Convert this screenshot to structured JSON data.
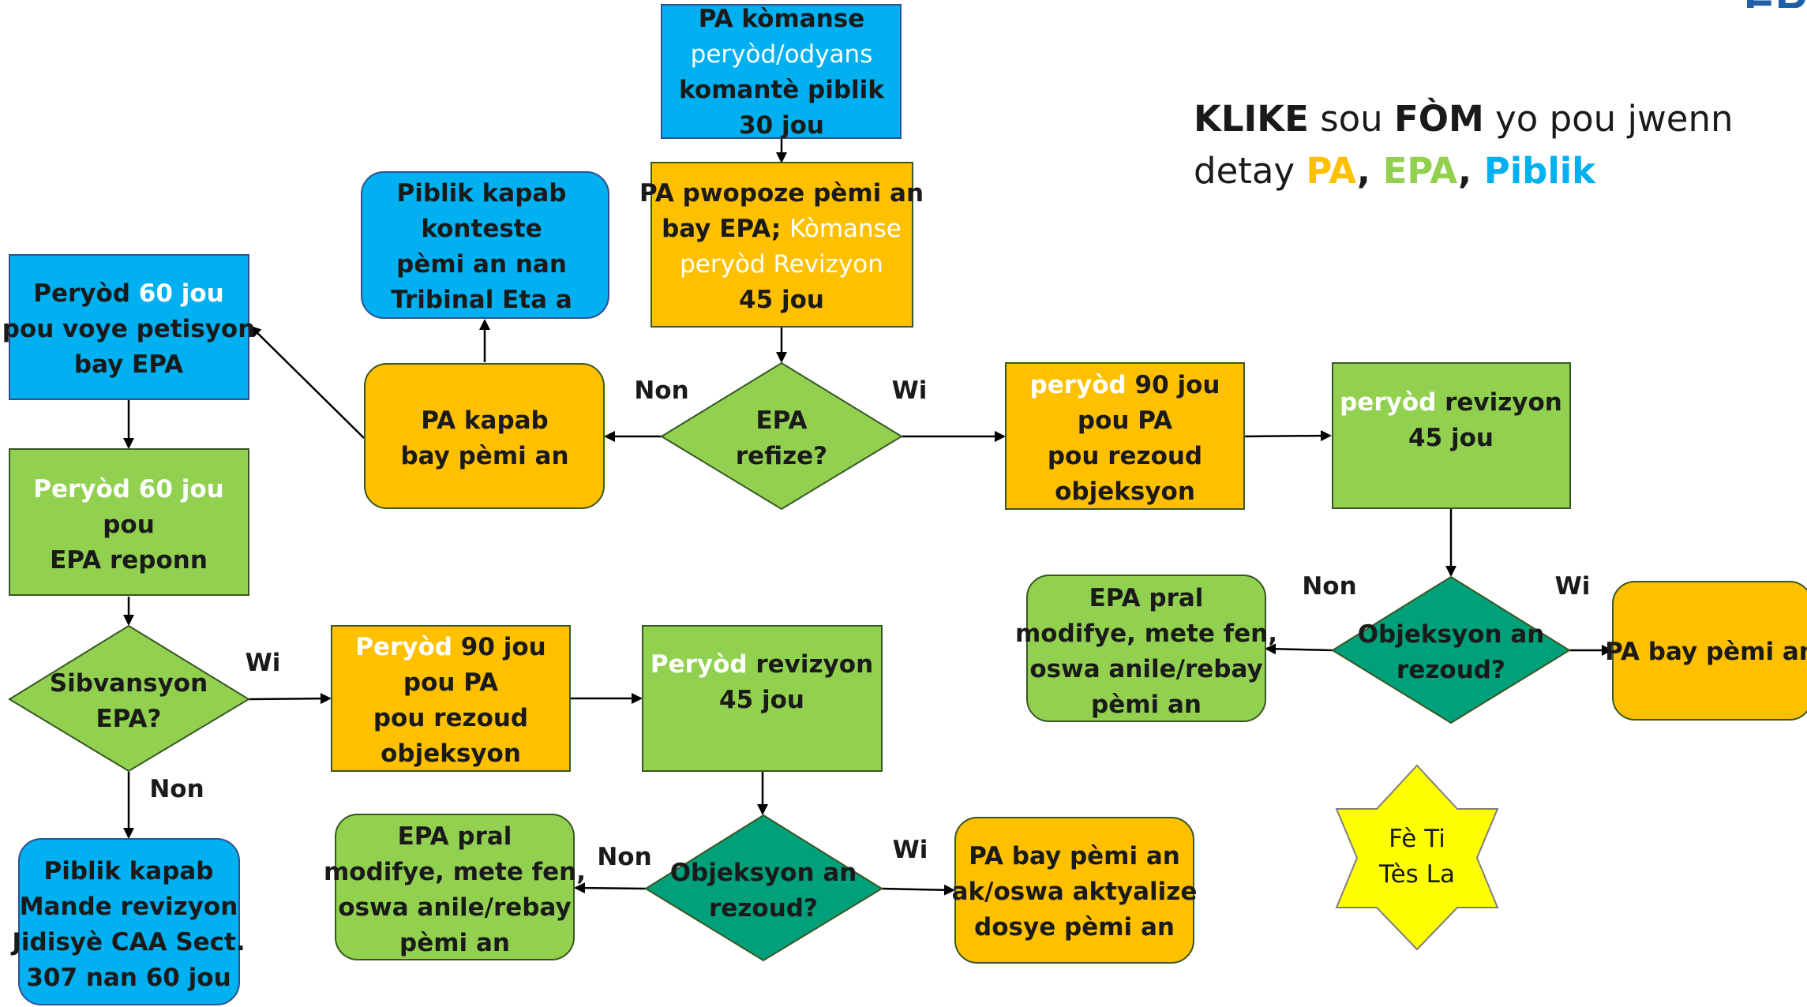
{
  "colors": {
    "blue": "#00b0f0",
    "orange": "#ffc000",
    "green": "#92d050",
    "dark_green": "#00a07a",
    "star": "#ffff00"
  },
  "logo": {
    "text": "EPA"
  },
  "legend": {
    "l1_a": "KLIKE",
    "l1_b": " sou ",
    "l1_c": "FÒM",
    "l1_d": " yo pou jwenn",
    "l2_a": "detay ",
    "l2_pa": "PA",
    "l2_c1": ", ",
    "l2_epa": "EPA",
    "l2_c2": ", ",
    "l2_pub": "Piblik"
  },
  "nodes": {
    "top_comment": {
      "l1": "PA kòmanse",
      "l2": "peryòd/odyans",
      "l3": "komantè piblik",
      "l4": "30 jou"
    },
    "propose": {
      "l1": "PA pwopoze pèmi an",
      "l2a": "bay EPA; ",
      "l2b": "Kòmanse",
      "l3": "peryòd Revizyon",
      "l4": "45 jou"
    },
    "epa_refuse": {
      "l1": "EPA",
      "l2": "refize?"
    },
    "pa_issue": {
      "l1": "PA kapab",
      "l2": "bay pèmi an"
    },
    "public_contest": {
      "l1": "Piblik kapab",
      "l2": "konteste",
      "l3": "pèmi an nan",
      "l4": "Tribinal Eta a"
    },
    "petition_period": {
      "l1a": "Peryòd ",
      "l1b": "60 jou",
      "l2": "pou voye petisyon",
      "l3": "bay EPA"
    },
    "epa_respond": {
      "l1": "Peryòd 60 jou",
      "l2": "pou",
      "l3": "EPA reponn"
    },
    "epa_grant": {
      "l1": "Sibvansyon",
      "l2": "EPA?"
    },
    "judicial_review": {
      "l1": "Piblik kapab",
      "l2": "Mande revizyon",
      "l3": "Jidisyè CAA Sect.",
      "l4": "307 nan 60 jou"
    },
    "pa_90_right": {
      "l1a": "peryòd",
      "l1b": " 90 jou",
      "l2": "pou PA",
      "l3": "pou rezoud",
      "l4": "objeksyon"
    },
    "review_right": {
      "l1a": "peryòd",
      "l1b": " revizyon",
      "l2": "45 jou"
    },
    "objection_right": {
      "l1": "Objeksyon an",
      "l2": "rezoud?"
    },
    "epa_modify_right": {
      "l1": "EPA pral",
      "l2": "modifye, mete fen,",
      "l3": "oswa anile/rebay",
      "l4": "pèmi an"
    },
    "pa_issue_right": {
      "l1": "PA bay pèmi an"
    },
    "pa_90_bottom": {
      "l1a": "Peryòd",
      "l1b": " 90 jou",
      "l2": "pou PA",
      "l3": "pou rezoud",
      "l4": "objeksyon"
    },
    "review_bottom": {
      "l1a": "Peryòd",
      "l1b": " revizyon",
      "l2": "45 jou"
    },
    "objection_bottom": {
      "l1": "Objeksyon an",
      "l2": "rezoud?"
    },
    "epa_modify_bottom": {
      "l1": "EPA pral",
      "l2": "modifye, mete fen,",
      "l3": "oswa anile/rebay",
      "l4": "pèmi an"
    },
    "pa_issue_update": {
      "l1": "PA bay pèmi an",
      "l2": "ak/oswa aktyalize",
      "l3": "dosye pèmi an"
    },
    "star": {
      "l1": "Fè Ti",
      "l2": "Tès La"
    }
  },
  "edge_labels": {
    "refuse_no": "Non",
    "refuse_yes": "Wi",
    "grant_yes": "Wi",
    "grant_no": "Non",
    "obj_right_no": "Non",
    "obj_right_yes": "Wi",
    "obj_bottom_no": "Non",
    "obj_bottom_yes": "Wi"
  }
}
